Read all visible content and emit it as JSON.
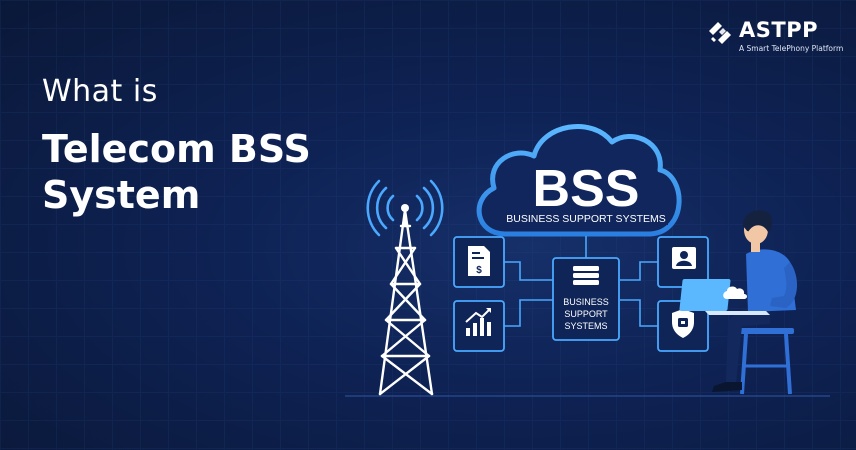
{
  "headline": {
    "line1": "What is",
    "line2": "Telecom BSS",
    "line3": "System"
  },
  "logo": {
    "brand": "ASTPP",
    "tagline": "A Smart TelePhony Platform"
  },
  "cloud": {
    "acronym": "BSS",
    "subtitle": "BUSINESS SUPPORT SYSTEMS"
  },
  "center_box": {
    "line1": "BUSINESS",
    "line2": "SUPPORT",
    "line3": "SYSTEMS"
  },
  "icons": [
    "invoice-icon",
    "growth-chart-icon",
    "user-profile-icon",
    "security-shield-icon",
    "database-icon",
    "cloud-laptop-icon",
    "signal-waves-icon"
  ],
  "colors": {
    "background": "#0e2254",
    "accent": "#4aa8ff",
    "text": "#ffffff",
    "shirt": "#2f6fd6"
  }
}
